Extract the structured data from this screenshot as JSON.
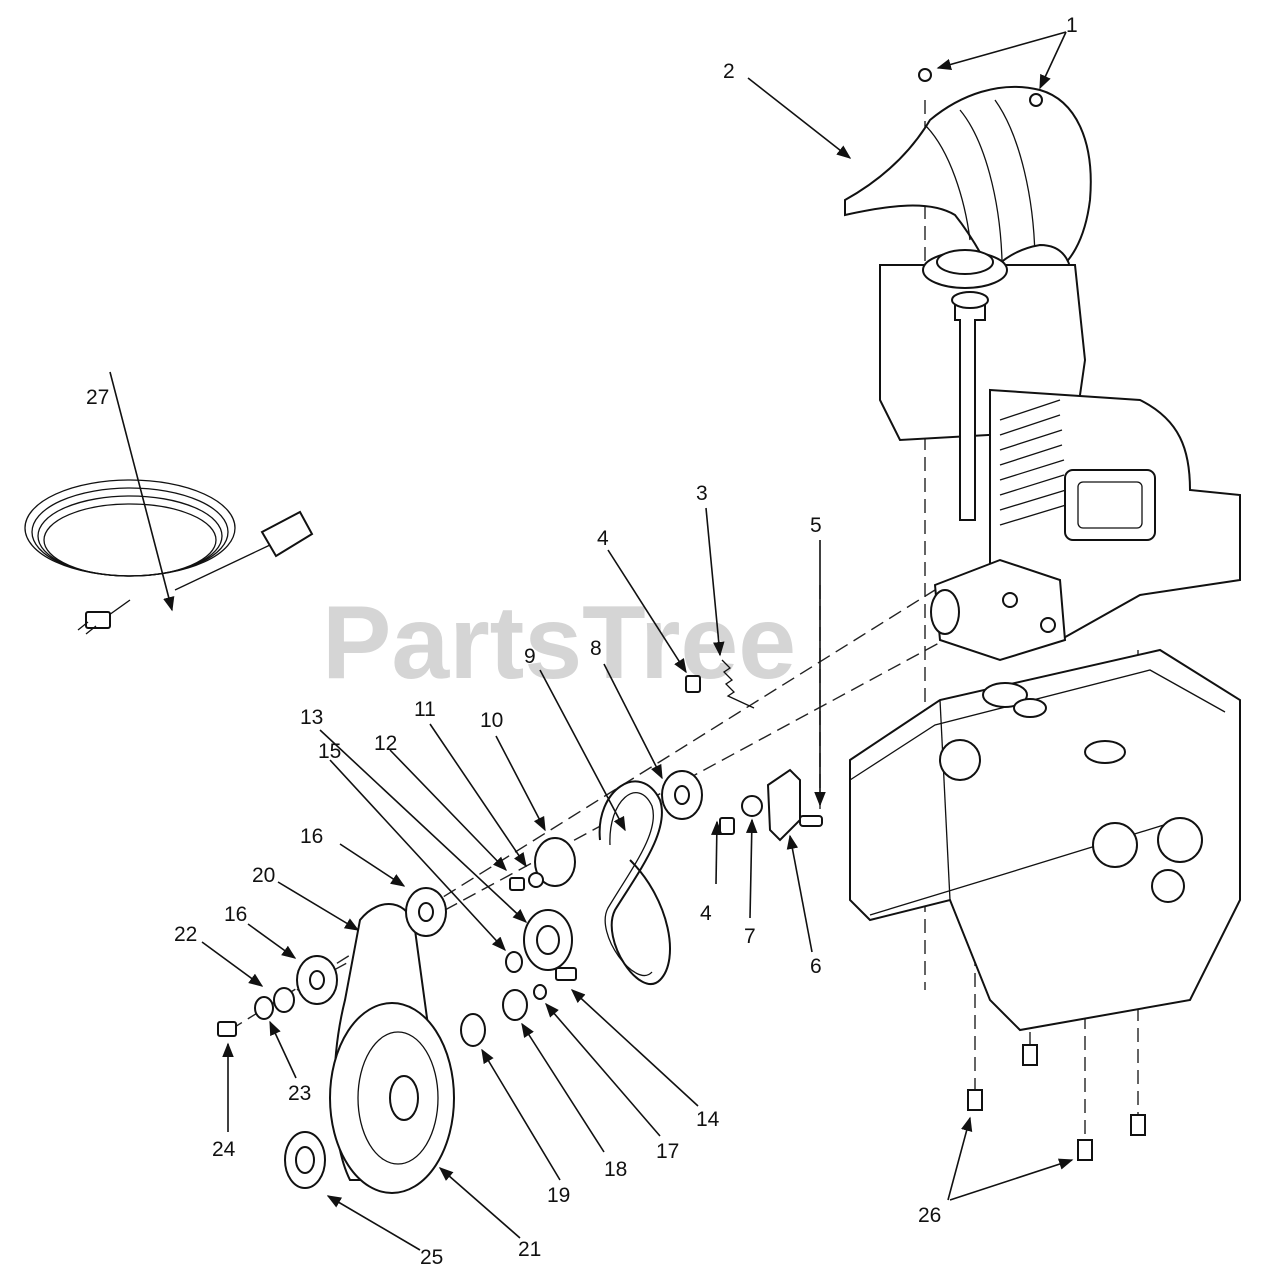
{
  "watermark": "PartsTree",
  "callouts": {
    "c1": "1",
    "c2": "2",
    "c3": "3",
    "c4a": "4",
    "c4b": "4",
    "c5": "5",
    "c6": "6",
    "c7": "7",
    "c8": "8",
    "c9": "9",
    "c10": "10",
    "c11": "11",
    "c12": "12",
    "c13": "13",
    "c14": "14",
    "c15": "15",
    "c16a": "16",
    "c16b": "16",
    "c17": "17",
    "c18": "18",
    "c19": "19",
    "c20": "20",
    "c21": "21",
    "c22": "22",
    "c23": "23",
    "c24": "24",
    "c25": "25",
    "c26": "26",
    "c27": "27"
  }
}
